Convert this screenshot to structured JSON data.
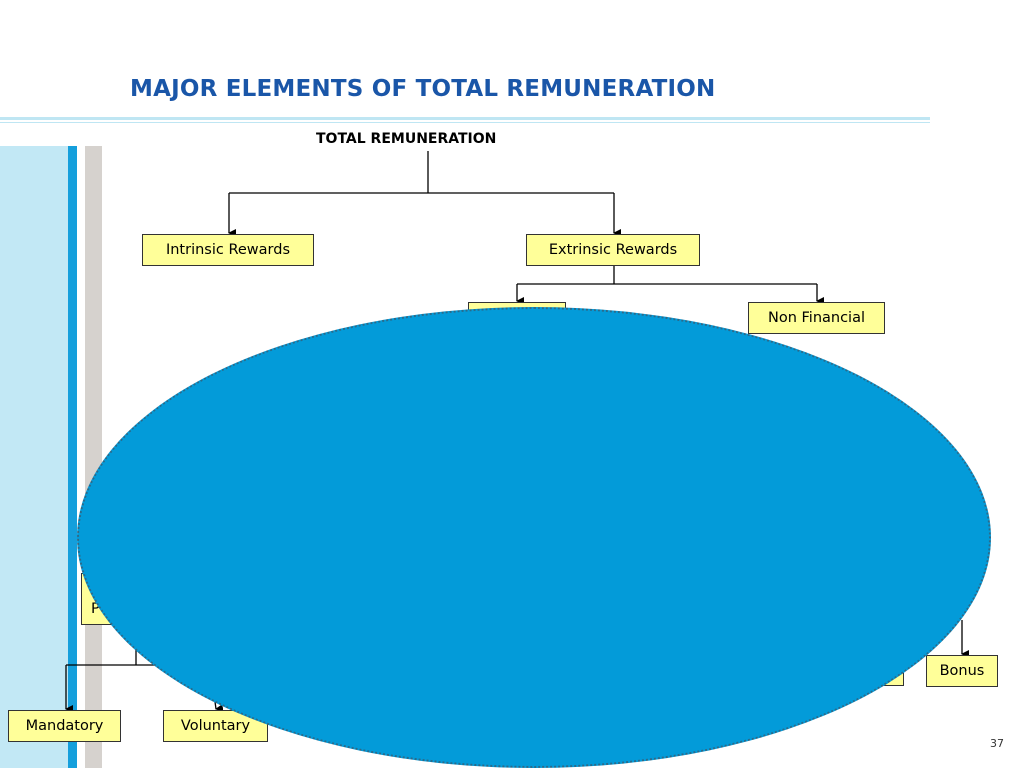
{
  "slide": {
    "title": "MAJOR ELEMENTS OF TOTAL REMUNERATION",
    "page_number": "37"
  },
  "diagram": {
    "root": "TOTAL REMUNERATION",
    "nodes": {
      "intrinsic": "Intrinsic Rewards",
      "extrinsic": "Extrinsic Rewards",
      "non_financial": "Non Financial",
      "partial_left": "P",
      "bonus": "Bonus",
      "mandatory": "Mandatory",
      "voluntary": "Voluntary"
    },
    "colors": {
      "node_fill": "#ffff99",
      "title": "#1a56a8",
      "overlay_oval": "#039bd9",
      "side_band_blue": "#149fdc",
      "side_band_light": "#c2e8f5",
      "side_band_grey": "#d6d2ce"
    }
  }
}
